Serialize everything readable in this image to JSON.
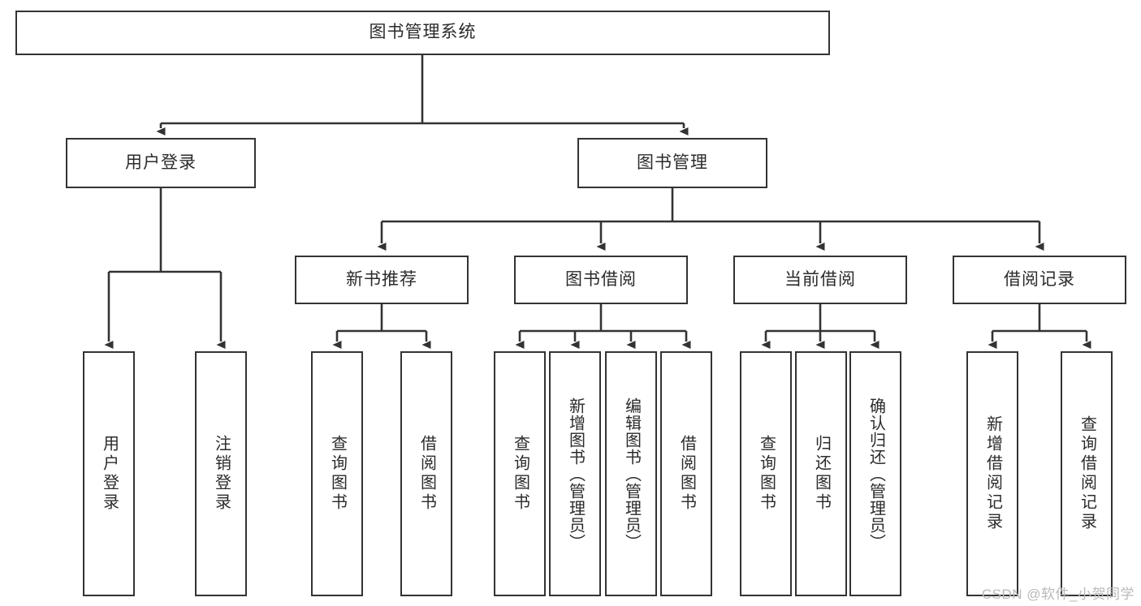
{
  "diagram": {
    "title": "图书管理系统",
    "type": "tree-hierarchy-diagram",
    "root": {
      "label": "图书管理系统"
    },
    "level2": [
      {
        "label": "用户登录"
      },
      {
        "label": "图书管理"
      }
    ],
    "level3": [
      {
        "label": "新书推荐"
      },
      {
        "label": "图书借阅"
      },
      {
        "label": "当前借阅"
      },
      {
        "label": "借阅记录"
      }
    ],
    "leaves": {
      "user_login": [
        {
          "label": "用户登录"
        },
        {
          "label": "注销登录"
        }
      ],
      "new_book_recommend": [
        {
          "label": "查询图书"
        },
        {
          "label": "借阅图书"
        }
      ],
      "book_borrow": [
        {
          "label": "查询图书"
        },
        {
          "label": "新增图书（管理员）"
        },
        {
          "label": "编辑图书（管理员）"
        },
        {
          "label": "借阅图书"
        }
      ],
      "current_borrow": [
        {
          "label": "查询图书"
        },
        {
          "label": "归还图书"
        },
        {
          "label": "确认归还（管理员）"
        }
      ],
      "borrow_record": [
        {
          "label": "新增借阅记录"
        },
        {
          "label": "查询借阅记录"
        }
      ]
    }
  },
  "watermark": {
    "text": "CSDN @软件_小贺同学"
  },
  "colors": {
    "stroke": "#333333",
    "text": "#2b2b2b",
    "background": "#ffffff",
    "watermark": "#b9b9b9"
  }
}
